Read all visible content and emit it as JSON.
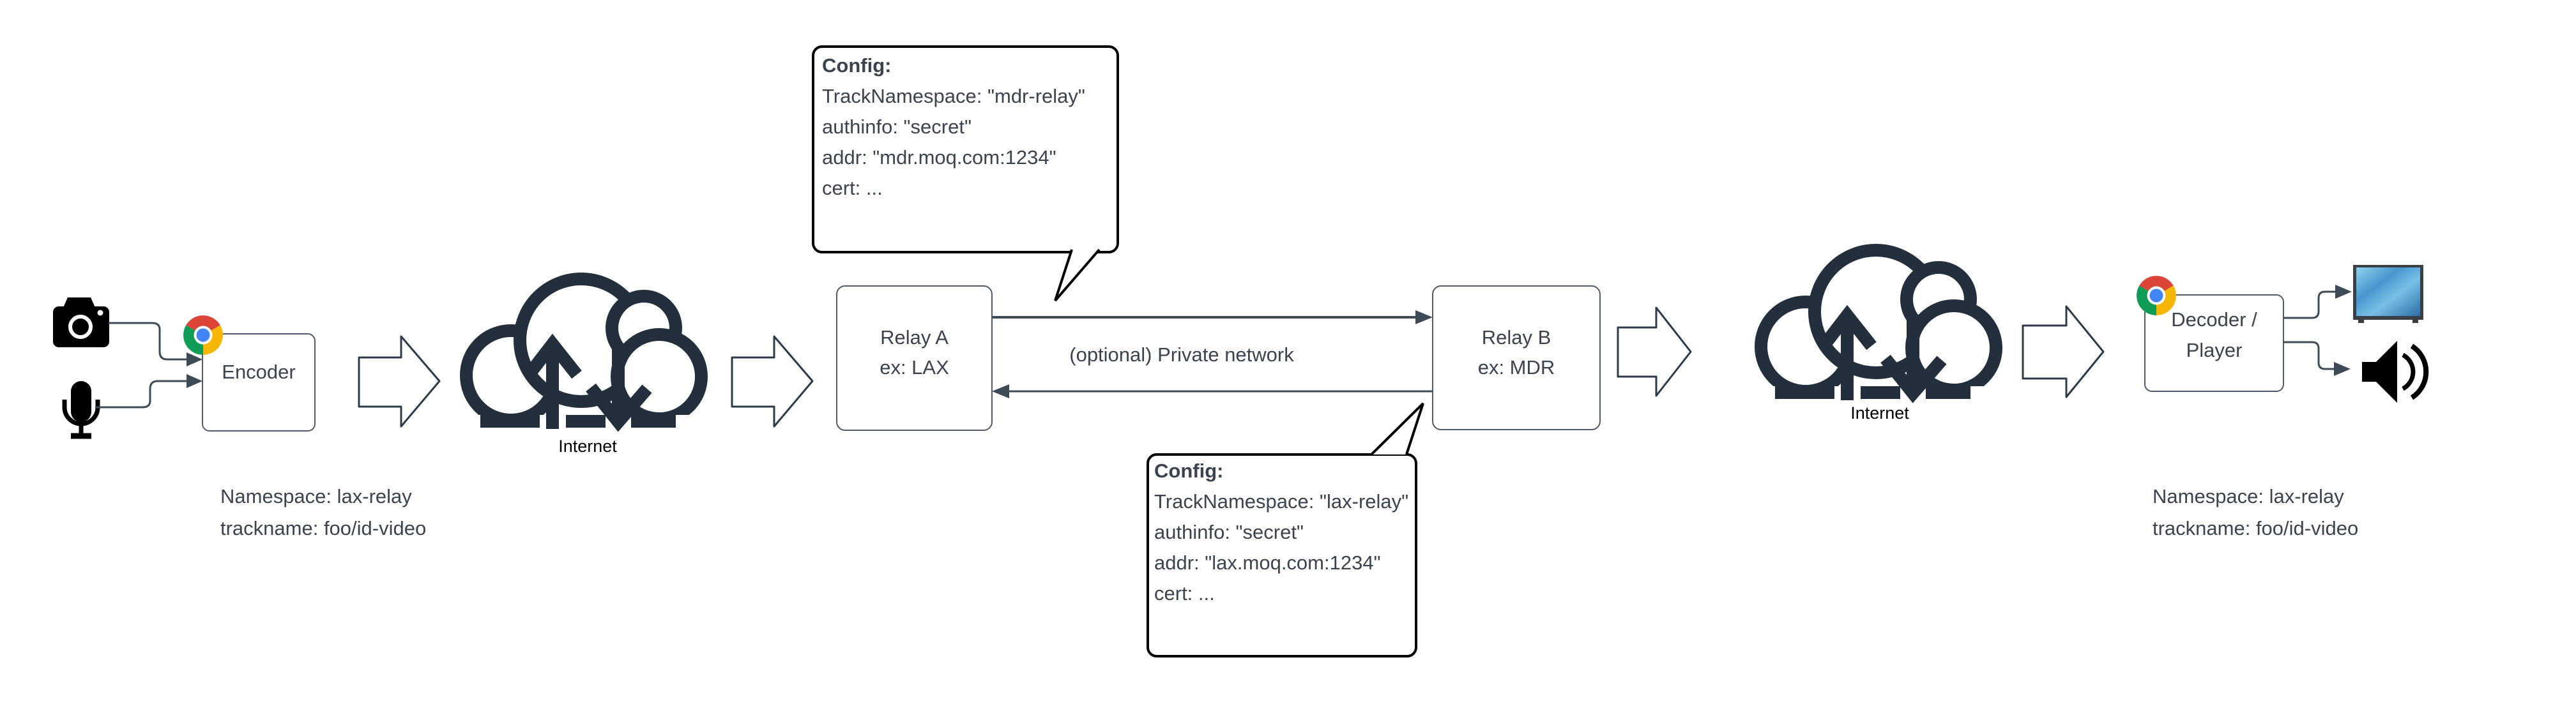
{
  "colors": {
    "line": "#3e4a56",
    "box_border": "#505a66",
    "text": "#3b434e",
    "icon_dark": "#232f3c",
    "callout_border": "#000000",
    "internet_label": "#000000",
    "chrome_red": "#db4437",
    "chrome_yellow": "#f6b704",
    "chrome_green": "#0e9c57",
    "chrome_blue": "#4285f4",
    "tv_blue": "#4796cf"
  },
  "nodes": {
    "encoder": {
      "label": "Encoder"
    },
    "relay_a": {
      "line1": "Relay A",
      "line2": "ex: LAX"
    },
    "relay_b": {
      "line1": "Relay B",
      "line2": "ex: MDR"
    },
    "decoder": {
      "line1": "Decoder /",
      "line2": "Player"
    }
  },
  "clouds": {
    "left": {
      "label": "Internet"
    },
    "right": {
      "label": "Internet"
    }
  },
  "connections": {
    "private_network": "(optional) Private network"
  },
  "annotations": {
    "left": {
      "line1": "Namespace: lax-relay",
      "line2": "trackname: foo/id-video"
    },
    "right": {
      "line1": "Namespace: lax-relay",
      "line2": "trackname: foo/id-video"
    }
  },
  "callouts": {
    "top": {
      "title": "Config:",
      "lines": [
        "TrackNamespace: \"mdr-relay\"",
        "authinfo: \"secret\"",
        "addr: \"mdr.moq.com:1234\"",
        "cert: ..."
      ]
    },
    "bottom": {
      "title": "Config:",
      "lines": [
        "TrackNamespace: \"lax-relay\"",
        "authinfo: \"secret\"",
        "addr: \"lax.moq.com:1234\"",
        "cert: ..."
      ]
    }
  },
  "icons": {
    "camera": "camera-icon",
    "microphone": "microphone-icon",
    "browser_encoder": "chrome-icon",
    "browser_decoder": "chrome-icon",
    "cloud_left": "cloud-upload-download-icon",
    "cloud_right": "cloud-upload-download-icon",
    "tv": "tv-screen-icon",
    "speaker": "speaker-icon"
  }
}
